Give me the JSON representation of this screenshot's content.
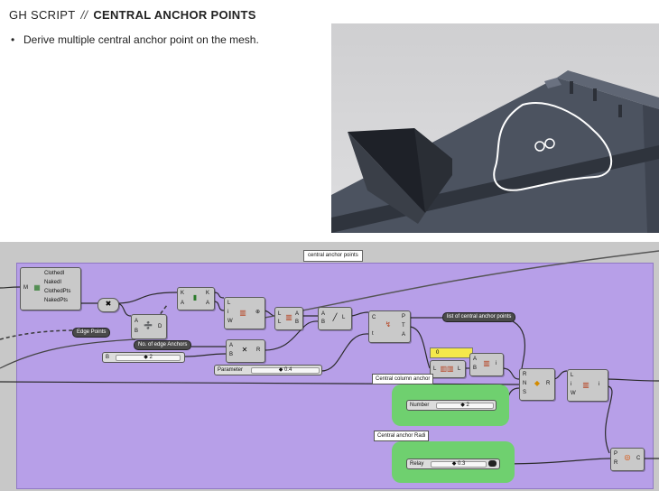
{
  "header": {
    "title_part1": "GH SCRIPT",
    "separator": "//",
    "title_part2": "CENTRAL ANCHOR POINTS",
    "bullet": "Derive multiple central anchor point on the mesh."
  },
  "canvas": {
    "group_label": "central anchor points",
    "mesh_node": {
      "input": "M",
      "outputs": [
        "ClothedI",
        "NakedI",
        "ClothedPts",
        "NakedPts"
      ]
    },
    "edge_points_label": "Edge Points",
    "edge_anchor_label": "No. of edge Anchors",
    "edge_slider": {
      "label": "B",
      "value": "2"
    },
    "param_slider": {
      "label": "Parameter",
      "value": "0.4"
    },
    "list_label": "list of central anchor points",
    "panel_value": "0",
    "central_column_note": "Central column anchor",
    "number_slider": {
      "label": "Number",
      "value": "2"
    },
    "radius_note": "Central anchor Radi",
    "relay_slider": {
      "label": "Relay",
      "value": "0.3"
    }
  },
  "colors": {
    "group_fill": "#b79fe8",
    "green_highlight": "#6fd06f",
    "node_fill": "#c9c9c9"
  }
}
